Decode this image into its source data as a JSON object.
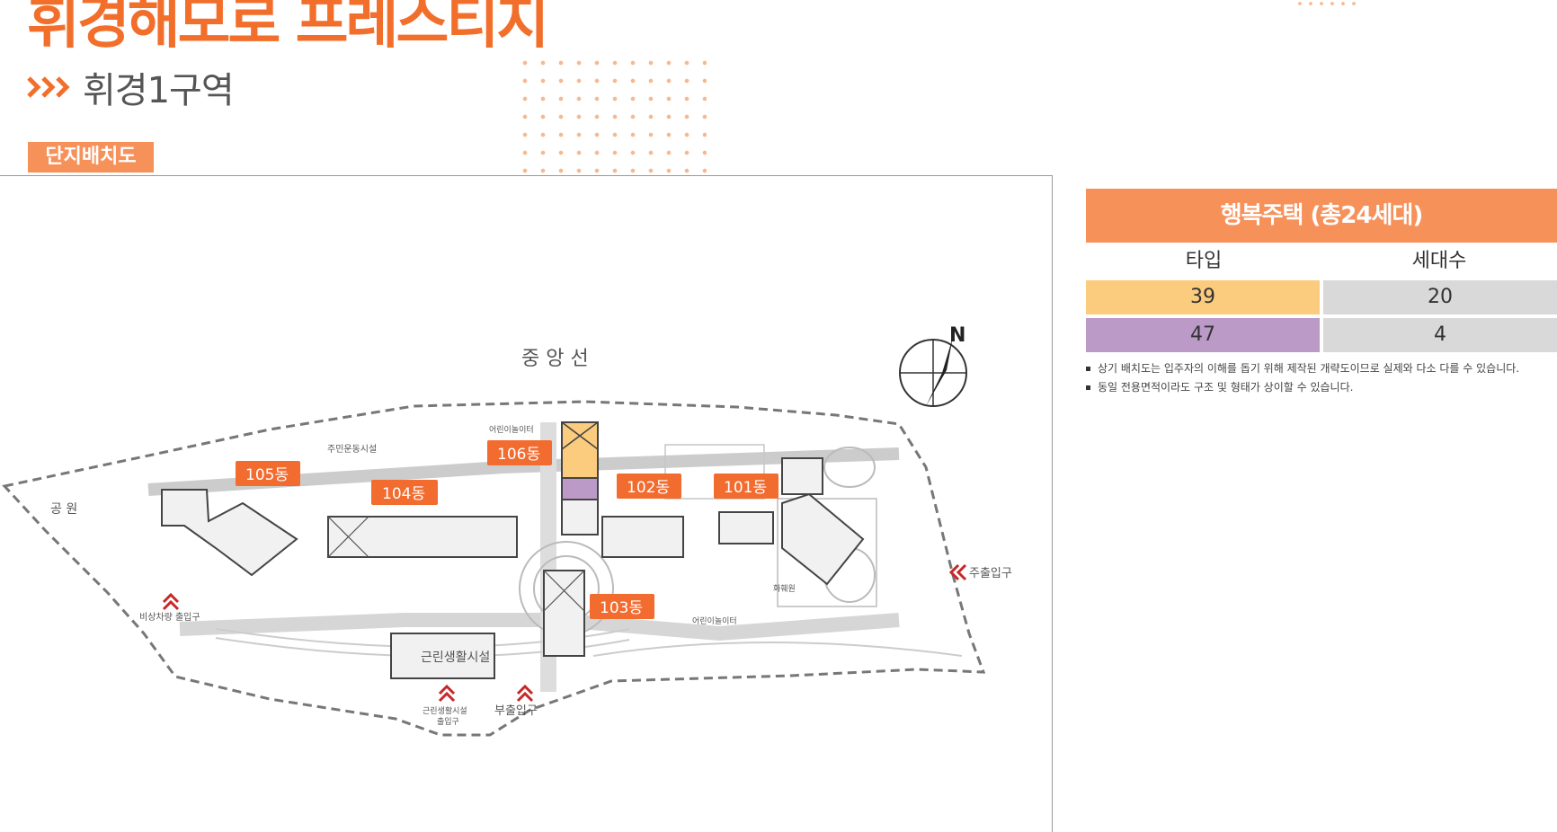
{
  "header": {
    "title": "휘경해모로 프레스티지",
    "subtitle": "휘경1구역"
  },
  "section_tab": "단지배치도",
  "map": {
    "rail_label": "중 앙 선",
    "park_label": "공 원",
    "compass_letter": "N",
    "buildings": [
      "105동",
      "104동",
      "106동",
      "102동",
      "101동",
      "103동"
    ],
    "facility_labels": {
      "resident_sports": "주민운동시설",
      "playground_top": "어린이놀이터",
      "playground_bottom": "어린이놀이터",
      "flower_bed": "화훼원",
      "neighborhood": "근린생활시설"
    },
    "entrances": {
      "main": "주출입구",
      "emergency": "비상차량 출입구",
      "neighborhood_line1": "근린생활시설",
      "neighborhood_line2": "출입구",
      "sub": "부출입구"
    },
    "colors": {
      "tag": "#f26b2f",
      "type39": "#fbcb7e",
      "type47": "#bb9ac8"
    }
  },
  "happy_housing": {
    "title": "행복주택 (총24세대)",
    "columns": [
      "타입",
      "세대수"
    ],
    "rows": [
      {
        "type": "39",
        "units": "20",
        "color": "#fbcb7e"
      },
      {
        "type": "47",
        "units": "4",
        "color": "#bb9ac8"
      }
    ],
    "notes": [
      "상기 배치도는 입주자의 이해를 돕기 위해 제작된 개략도이므로 실제와 다소 다를 수 있습니다.",
      "동일 전용면적이라도 구조 및 형태가 상이할 수 있습니다."
    ]
  }
}
